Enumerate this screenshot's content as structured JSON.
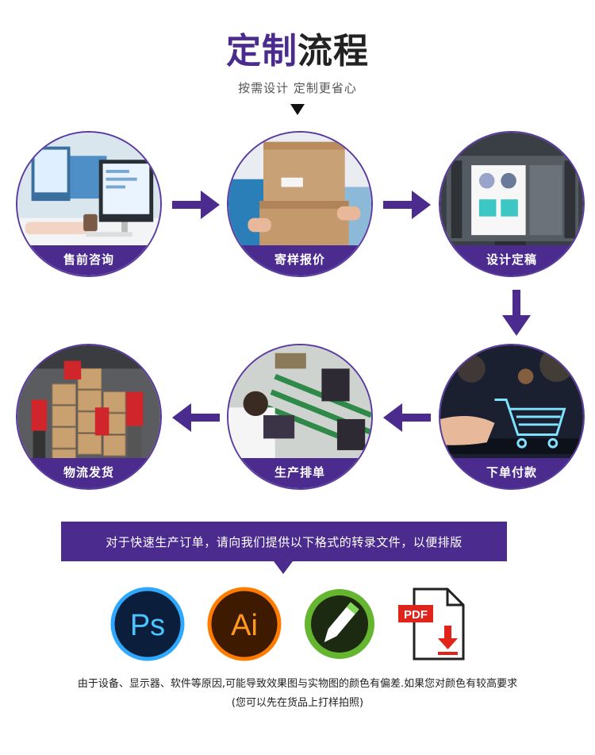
{
  "header": {
    "title_highlight": "定制",
    "title_rest": "流程",
    "subtitle": "按需设计  定制更省心"
  },
  "steps": [
    {
      "label": "售前咨询",
      "icon": "office-monitors-icon"
    },
    {
      "label": "寄样报价",
      "icon": "cardboard-boxes-icon"
    },
    {
      "label": "设计定稿",
      "icon": "design-screen-icon"
    },
    {
      "label": "下单付款",
      "icon": "shopping-cart-icon"
    },
    {
      "label": "生产排单",
      "icon": "production-line-icon"
    },
    {
      "label": "物流发货",
      "icon": "warehouse-shipping-icon"
    }
  ],
  "banner": {
    "text": "对于快速生产订单，请向我们提供以下格式的转录文件，以便排版"
  },
  "formats": [
    {
      "label": "Ps",
      "icon": "photoshop-icon",
      "bg": "#0b1f3d",
      "ring": "#2fa8ff",
      "fg": "#4cc3ff"
    },
    {
      "label": "Ai",
      "icon": "illustrator-icon",
      "bg": "#3d1a00",
      "ring": "#ff7c00",
      "fg": "#ff9a1f"
    },
    {
      "label": "",
      "icon": "coreldraw-icon",
      "bg": "#1d2a12",
      "ring": "#65b530",
      "fg": "#7ed957"
    },
    {
      "label": "PDF",
      "icon": "pdf-download-icon",
      "accent": "#e0241b"
    }
  ],
  "notes": {
    "line1": "由于设备、显示器、软件等原因,可能导致效果图与实物图的颜色有偏差.如果您对颜色有较高要求",
    "line2": "(您可以先在货品上打样拍照)"
  },
  "colors": {
    "brand": "#4b2c8e"
  }
}
